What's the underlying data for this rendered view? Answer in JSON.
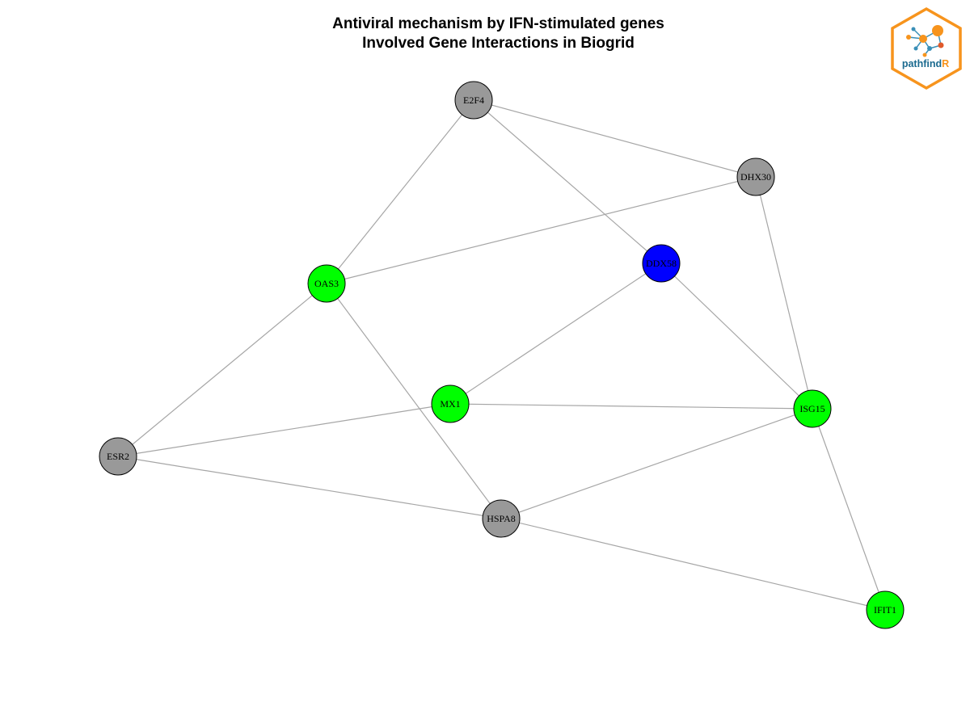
{
  "title": {
    "line1": "Antiviral mechanism by IFN-stimulated genes",
    "line2": "Involved Gene Interactions in Biogrid"
  },
  "logo": {
    "text_main": "pathfind",
    "text_accent": "R",
    "accent_color": "#f7941d",
    "text_color": "#1b6a8f"
  },
  "colors": {
    "gray": "#999999",
    "green": "#00ff00",
    "blue": "#0000ff",
    "edge": "#a6a6a6",
    "border": "#000000"
  },
  "nodes": [
    {
      "id": "E2F4",
      "color": "gray"
    },
    {
      "id": "DHX30",
      "color": "gray"
    },
    {
      "id": "DDX58",
      "color": "blue"
    },
    {
      "id": "OAS3",
      "color": "green"
    },
    {
      "id": "MX1",
      "color": "green"
    },
    {
      "id": "ISG15",
      "color": "green"
    },
    {
      "id": "ESR2",
      "color": "gray"
    },
    {
      "id": "HSPA8",
      "color": "gray"
    },
    {
      "id": "IFIT1",
      "color": "green"
    }
  ],
  "edges": [
    [
      "E2F4",
      "DHX30"
    ],
    [
      "E2F4",
      "OAS3"
    ],
    [
      "E2F4",
      "DDX58"
    ],
    [
      "DHX30",
      "OAS3"
    ],
    [
      "DHX30",
      "ISG15"
    ],
    [
      "DDX58",
      "MX1"
    ],
    [
      "DDX58",
      "ISG15"
    ],
    [
      "OAS3",
      "ESR2"
    ],
    [
      "OAS3",
      "HSPA8"
    ],
    [
      "MX1",
      "ISG15"
    ],
    [
      "MX1",
      "ESR2"
    ],
    [
      "ESR2",
      "HSPA8"
    ],
    [
      "HSPA8",
      "ISG15"
    ],
    [
      "HSPA8",
      "IFIT1"
    ],
    [
      "ISG15",
      "IFIT1"
    ]
  ]
}
